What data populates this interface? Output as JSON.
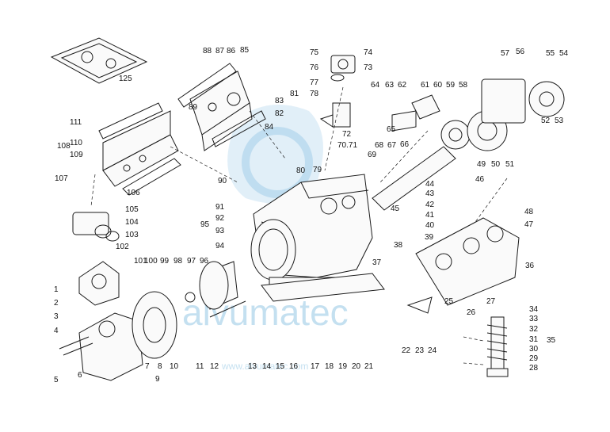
{
  "diagram": {
    "labels": [
      "1",
      "2",
      "3",
      "4",
      "5",
      "6",
      "7",
      "8",
      "9",
      "10",
      "11",
      "12",
      "13",
      "14",
      "15",
      "16",
      "17",
      "18",
      "19",
      "20",
      "21",
      "22",
      "23",
      "24",
      "25",
      "26",
      "27",
      "28",
      "29",
      "30",
      "31",
      "32",
      "33",
      "34",
      "35",
      "36",
      "37",
      "38",
      "39",
      "40",
      "41",
      "42",
      "43",
      "44",
      "45",
      "46",
      "47",
      "48",
      "49",
      "50",
      "51",
      "52",
      "53",
      "54",
      "55",
      "56",
      "57",
      "58",
      "59",
      "60",
      "61",
      "62",
      "63",
      "64",
      "65",
      "66",
      "67",
      "68",
      "69",
      "70.71",
      "72",
      "73",
      "74",
      "75",
      "76",
      "77",
      "78",
      "79",
      "80",
      "81",
      "82",
      "83",
      "84",
      "85",
      "86",
      "87",
      "88",
      "89",
      "90",
      "91",
      "92",
      "93",
      "94",
      "95",
      "96",
      "97",
      "98",
      "99",
      "100",
      "101",
      "102",
      "103",
      "104",
      "105",
      "106",
      "107",
      "108",
      "109",
      "110",
      "111"
    ],
    "gasket_tag": "125",
    "watermark_url": "www.alvumatec.com",
    "watermark_brand": "alvumatec",
    "colors": {
      "ink": "#1a1a1a",
      "watermark": "#5aa9d6",
      "accent": "#d9302c"
    }
  }
}
